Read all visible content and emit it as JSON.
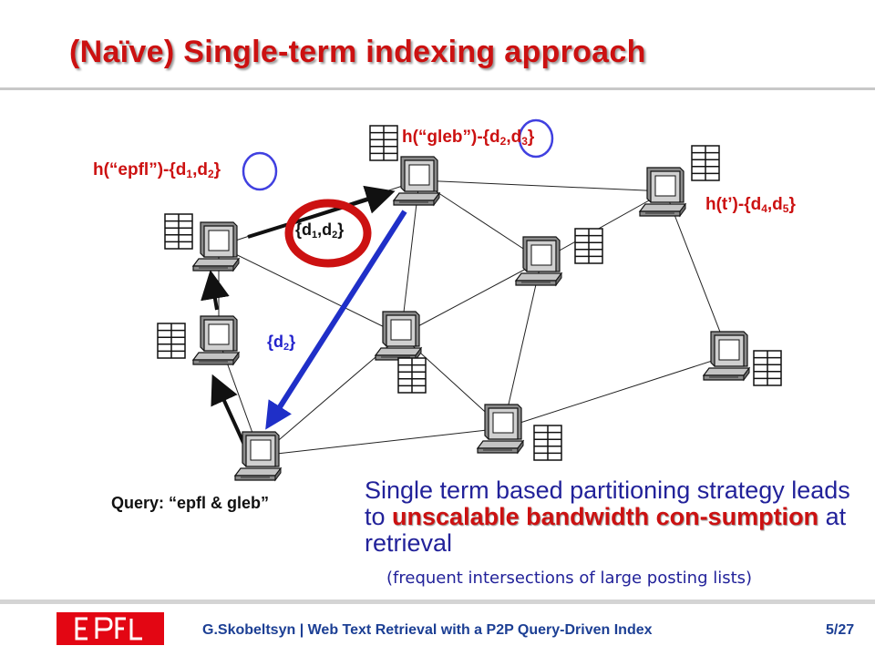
{
  "title": "(Naïve) Single-term indexing approach",
  "labels": {
    "epfl": {
      "prefix": "h(“epfl”)-{d",
      "s1": "1",
      "mid": ",d",
      "s2": "2",
      "suffix": "}"
    },
    "gleb": {
      "prefix": "h(“gleb”)-{d",
      "s1": "2",
      "mid": ",d",
      "s2": "3",
      "suffix": "}"
    },
    "tprime": {
      "prefix": "h(t’)-{d",
      "s1": "4",
      "mid": ",d",
      "s2": "5",
      "suffix": "}"
    },
    "sent_both": {
      "prefix": "{d",
      "s1": "1",
      "mid": ",d",
      "s2": "2",
      "suffix": "}"
    },
    "returned": {
      "prefix": "{d",
      "s1": "2",
      "suffix": "}"
    }
  },
  "query": "Query: “epfl & gleb”",
  "point": {
    "part1": "Single term based partitioning strategy leads to ",
    "highlight": "unscalable bandwidth con-sumption",
    "part2": " at retrieval"
  },
  "note": "(frequent intersections of large posting lists)",
  "footer": {
    "text": "G.Skobeltsyn   |   Web Text Retrieval with a P2P Query-Driven Index",
    "page": "5/27"
  },
  "colors": {
    "title": "#cc1111",
    "text_blue": "#22229a",
    "arrow_blue": "#1f2fc8",
    "circle": "#cc1111",
    "logo": "#e30613"
  },
  "icons": [
    "computer-icon",
    "posting-list-table-icon",
    "epfl-logo"
  ]
}
